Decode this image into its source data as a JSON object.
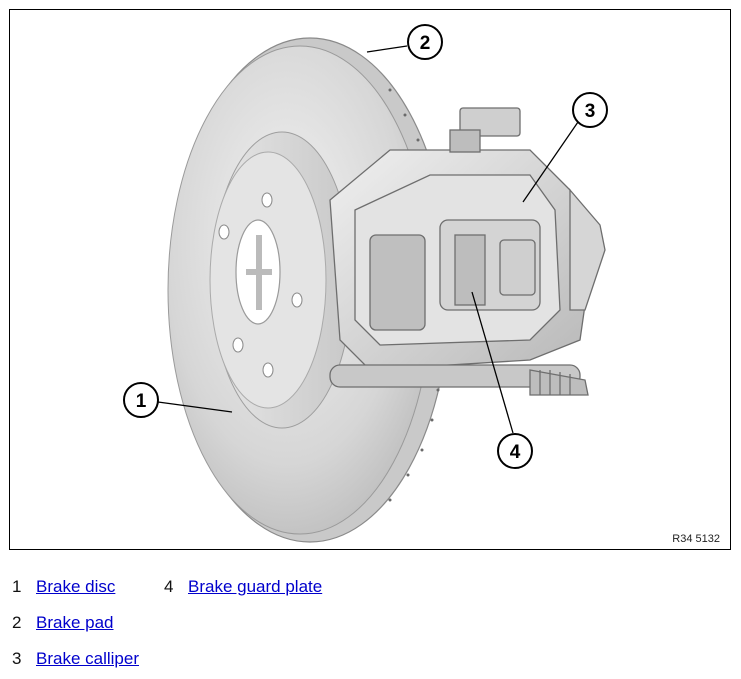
{
  "figure": {
    "ref_code": "R34 5132",
    "callouts": [
      "1",
      "2",
      "3",
      "4"
    ]
  },
  "legend": [
    {
      "num": "1",
      "label": "Brake disc"
    },
    {
      "num": "2",
      "label": "Brake pad"
    },
    {
      "num": "3",
      "label": "Brake calliper"
    },
    {
      "num": "4",
      "label": "Brake guard plate"
    }
  ]
}
